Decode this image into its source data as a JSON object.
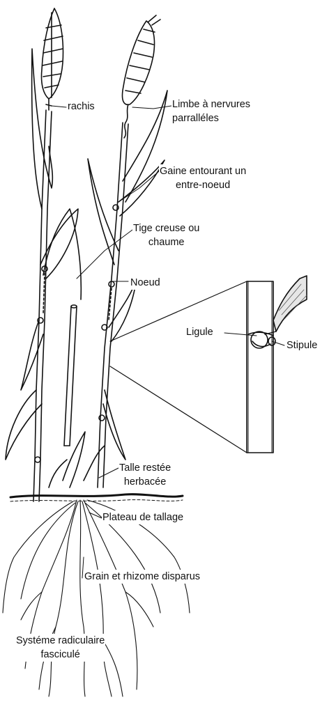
{
  "labels": {
    "rachis": "rachis",
    "limbe_1": "Limbe à nervures",
    "limbe_2": "parralléles",
    "gaine_1": "Gaine entourant un",
    "gaine_2": "entre-noeud",
    "tige_1": "Tige creuse ou",
    "tige_2": "chaume",
    "noeud": "Noeud",
    "ligule": "Ligule",
    "stipule": "Stipule",
    "talle_1": "Talle restée",
    "talle_2": "herbacée",
    "plateau": "Plateau de tallage",
    "grain": "Grain et rhizome disparus",
    "systeme_1": "Systéme radiculaire",
    "systeme_2": "fasciculé"
  },
  "colors": {
    "ink": "#111111",
    "background": "#ffffff",
    "sheath_hatch": "#555555"
  }
}
